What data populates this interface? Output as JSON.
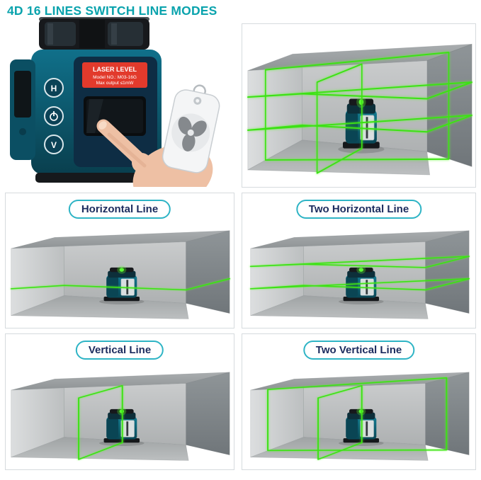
{
  "title": "4D 16 LINES SWITCH LINE MODES",
  "product_photo": {
    "sticker": {
      "line1": "LASER LEVEL",
      "line2": "Model NO.: M03-16G",
      "line3": "Max output ≤1mW"
    },
    "buttons": {
      "top": "H",
      "bottom": "V"
    }
  },
  "panels": {
    "horizontal": {
      "label": "Horizontal Line"
    },
    "two_horizontal": {
      "label": "Two Horizontal Line"
    },
    "vertical": {
      "label": "Vertical Line"
    },
    "two_vertical": {
      "label": "Two Vertical Line"
    }
  },
  "colors": {
    "title": "#0aa3ad",
    "pill_border": "#2eb4c5",
    "pill_text": "#1b2b5e",
    "laser_green": "#3ce114"
  }
}
